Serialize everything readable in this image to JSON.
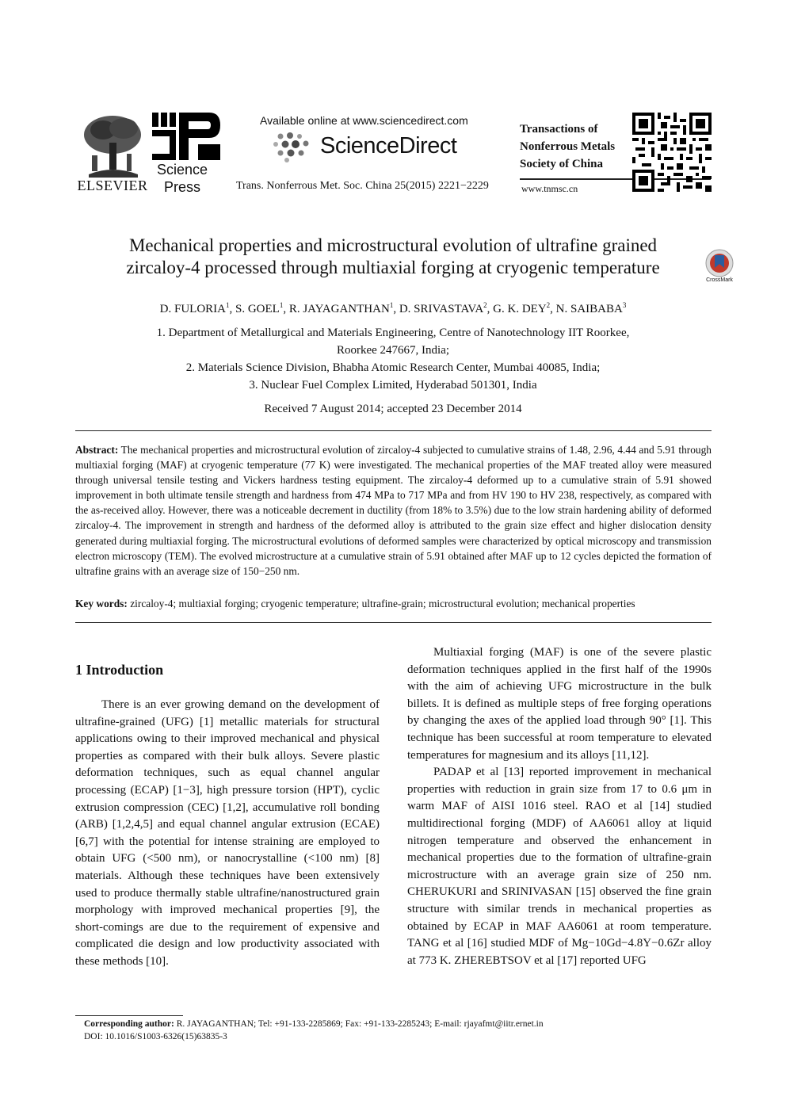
{
  "header": {
    "publisher_name": "ELSEVIER",
    "press_line1": "Science",
    "press_line2": "Press",
    "available_online": "Available online at www.sciencedirect.com",
    "sciencedirect": "ScienceDirect",
    "citation": "Trans. Nonferrous Met. Soc. China 25(2015) 2221−2229",
    "journal_title_lines": [
      "Transactions of",
      "Nonferrous Metals",
      "Society of China"
    ],
    "journal_url": "www.tnmsc.cn"
  },
  "article": {
    "title_line1": "Mechanical properties and microstructural evolution of ultrafine grained",
    "title_line2": "zircaloy-4 processed through multiaxial forging at cryogenic temperature",
    "crossmark_label": "CrossMark",
    "authors": [
      {
        "name": "D. FULORIA",
        "aff": "1",
        "sep": ", "
      },
      {
        "name": "S. GOEL",
        "aff": "1",
        "sep": ", "
      },
      {
        "name": "R. JAYAGANTHAN",
        "aff": "1",
        "sep": ", "
      },
      {
        "name": "D. SRIVASTAVA",
        "aff": "2",
        "sep": ", "
      },
      {
        "name": "G. K. DEY",
        "aff": "2",
        "sep": ", "
      },
      {
        "name": "N. SAIBABA",
        "aff": "3",
        "sep": ""
      }
    ],
    "affiliation_1a": "1. Department of Metallurgical and Materials Engineering, Centre of Nanotechnology IIT Roorkee,",
    "affiliation_1b": "Roorkee 247667, India;",
    "affiliation_2": "2. Materials Science Division, Bhabha Atomic Research Center, Mumbai 40085, India;",
    "affiliation_3": "3. Nuclear Fuel Complex Limited, Hyderabad 501301, India",
    "received": "Received 7 August 2014; accepted 23 December 2014"
  },
  "abstract": {
    "label": "Abstract:",
    "text": "The mechanical properties and microstructural evolution of zircaloy-4 subjected to cumulative strains of 1.48, 2.96, 4.44 and 5.91 through multiaxial forging (MAF) at cryogenic temperature (77 K) were investigated. The mechanical properties of the MAF treated alloy were measured through universal tensile testing and Vickers hardness testing equipment. The zircaloy-4 deformed up to a cumulative strain of 5.91 showed improvement in both ultimate tensile strength and hardness from 474 MPa to 717 MPa and from HV 190 to HV 238, respectively, as compared with the as-received alloy. However, there was a noticeable decrement in ductility (from 18% to 3.5%) due to the low strain hardening ability of deformed zircaloy-4. The improvement in strength and hardness of the deformed alloy is attributed to the grain size effect and higher dislocation density generated during multiaxial forging. The microstructural evolutions of deformed samples were characterized by optical microscopy and transmission electron microscopy (TEM). The evolved microstructure at a cumulative strain of 5.91 obtained after MAF up to 12 cycles depicted the formation of ultrafine grains with an average size of 150−250 nm.",
    "keywords_label": "Key words:",
    "keywords": "zircaloy-4; multiaxial forging; cryogenic temperature; ultrafine-grain; microstructural evolution; mechanical properties"
  },
  "body": {
    "intro_heading": "1 Introduction",
    "left_paragraphs": [
      "There is an ever growing demand on the development of ultrafine-grained (UFG) [1] metallic materials for structural applications owing to their improved mechanical and physical properties as compared with their bulk alloys. Severe plastic deformation techniques, such as equal channel angular processing (ECAP) [1−3], high pressure torsion (HPT), cyclic extrusion compression (CEC) [1,2], accumulative roll bonding (ARB) [1,2,4,5] and equal channel angular extrusion (ECAE) [6,7] with the potential for intense straining are employed to obtain UFG (<500 nm), or nanocrystalline (<100 nm) [8] materials. Although these techniques have been extensively used to produce thermally stable ultrafine/nanostructured grain morphology with improved mechanical properties [9], the short-comings are due to the requirement of expensive and complicated die design and low productivity associated with these methods [10]."
    ],
    "right_paragraphs": [
      "Multiaxial forging (MAF) is one of the severe plastic deformation techniques applied in the first half of the 1990s with the aim of achieving UFG microstructure in the bulk billets. It is defined as multiple steps of free forging operations by changing the axes of the applied load through 90° [1]. This technique has been successful at room temperature to elevated temperatures for magnesium and its alloys [11,12].",
      "PADAP et al [13] reported improvement in mechanical properties with reduction in grain size from 17 to 0.6 μm in warm MAF of AISI 1016 steel. RAO et al [14] studied multidirectional forging (MDF) of AA6061 alloy at liquid nitrogen temperature and observed the enhancement in mechanical properties due to the formation of ultrafine-grain microstructure with an average grain size of 250 nm. CHERUKURI and SRINIVASAN [15] observed the fine grain structure with similar trends in mechanical properties as obtained by ECAP in MAF AA6061 at room temperature. TANG et al [16] studied MDF of Mg−10Gd−4.8Y−0.6Zr alloy at 773 K. ZHEREBTSOV et al [17] reported UFG"
    ]
  },
  "footer": {
    "corresponding_label": "Corresponding author:",
    "corresponding_text": " R. JAYAGANTHAN; Tel: +91-133-2285869; Fax: +91-133-2285243; E-mail: rjayafmt@iitr.ernet.in",
    "doi": "DOI: 10.1016/S1003-6326(15)63835-3"
  }
}
